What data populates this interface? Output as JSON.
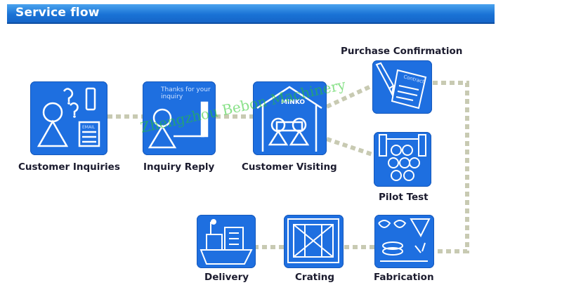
{
  "header": {
    "title": "Service flow"
  },
  "steps": [
    {
      "label": "Customer Inquiries",
      "icon": "customer-inquiry-icon",
      "tile_text": "EMAIL"
    },
    {
      "label": "Inquiry Reply",
      "icon": "inquiry-reply-icon",
      "tile_text": "Thanks for your inquiry"
    },
    {
      "label": "Customer Visiting",
      "icon": "factory-visit-icon",
      "tile_text": "MINKO"
    },
    {
      "label": "Purchase Confirmation",
      "icon": "contract-signing-icon",
      "tile_text": "Contract"
    },
    {
      "label": "Pilot Test",
      "icon": "pilot-test-machine-icon"
    },
    {
      "label": "Fabrication",
      "icon": "fabrication-parts-icon"
    },
    {
      "label": "Crating",
      "icon": "crating-box-icon"
    },
    {
      "label": "Delivery",
      "icon": "cargo-ship-icon"
    }
  ],
  "watermark": "Zhengzhou Bebon Machinery",
  "colors": {
    "tile": "#1e6fe0",
    "connector": "#c8cab2",
    "header": "#1a73d6"
  }
}
